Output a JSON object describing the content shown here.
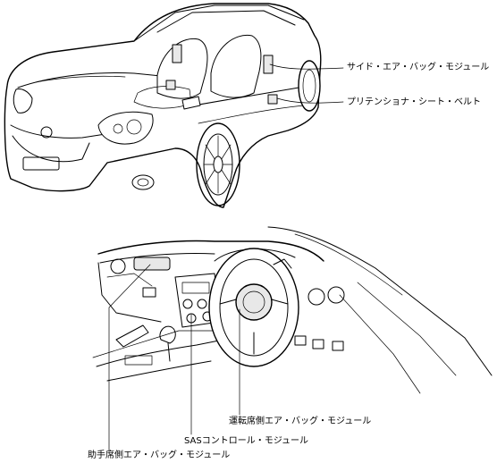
{
  "figure": {
    "top_illustration": "car-overview",
    "bottom_illustration": "dashboard-interior"
  },
  "labels": {
    "side_airbag": "サイド・エア・バッグ・モジュール",
    "pretensioner": "プリテンショナ・シート・ベルト",
    "driver_airbag": "運転席側エア・バッグ・モジュール",
    "sas_control": "SASコントロール・モジュール",
    "passenger_airbag": "助手席側エア・バッグ・モジュール"
  }
}
